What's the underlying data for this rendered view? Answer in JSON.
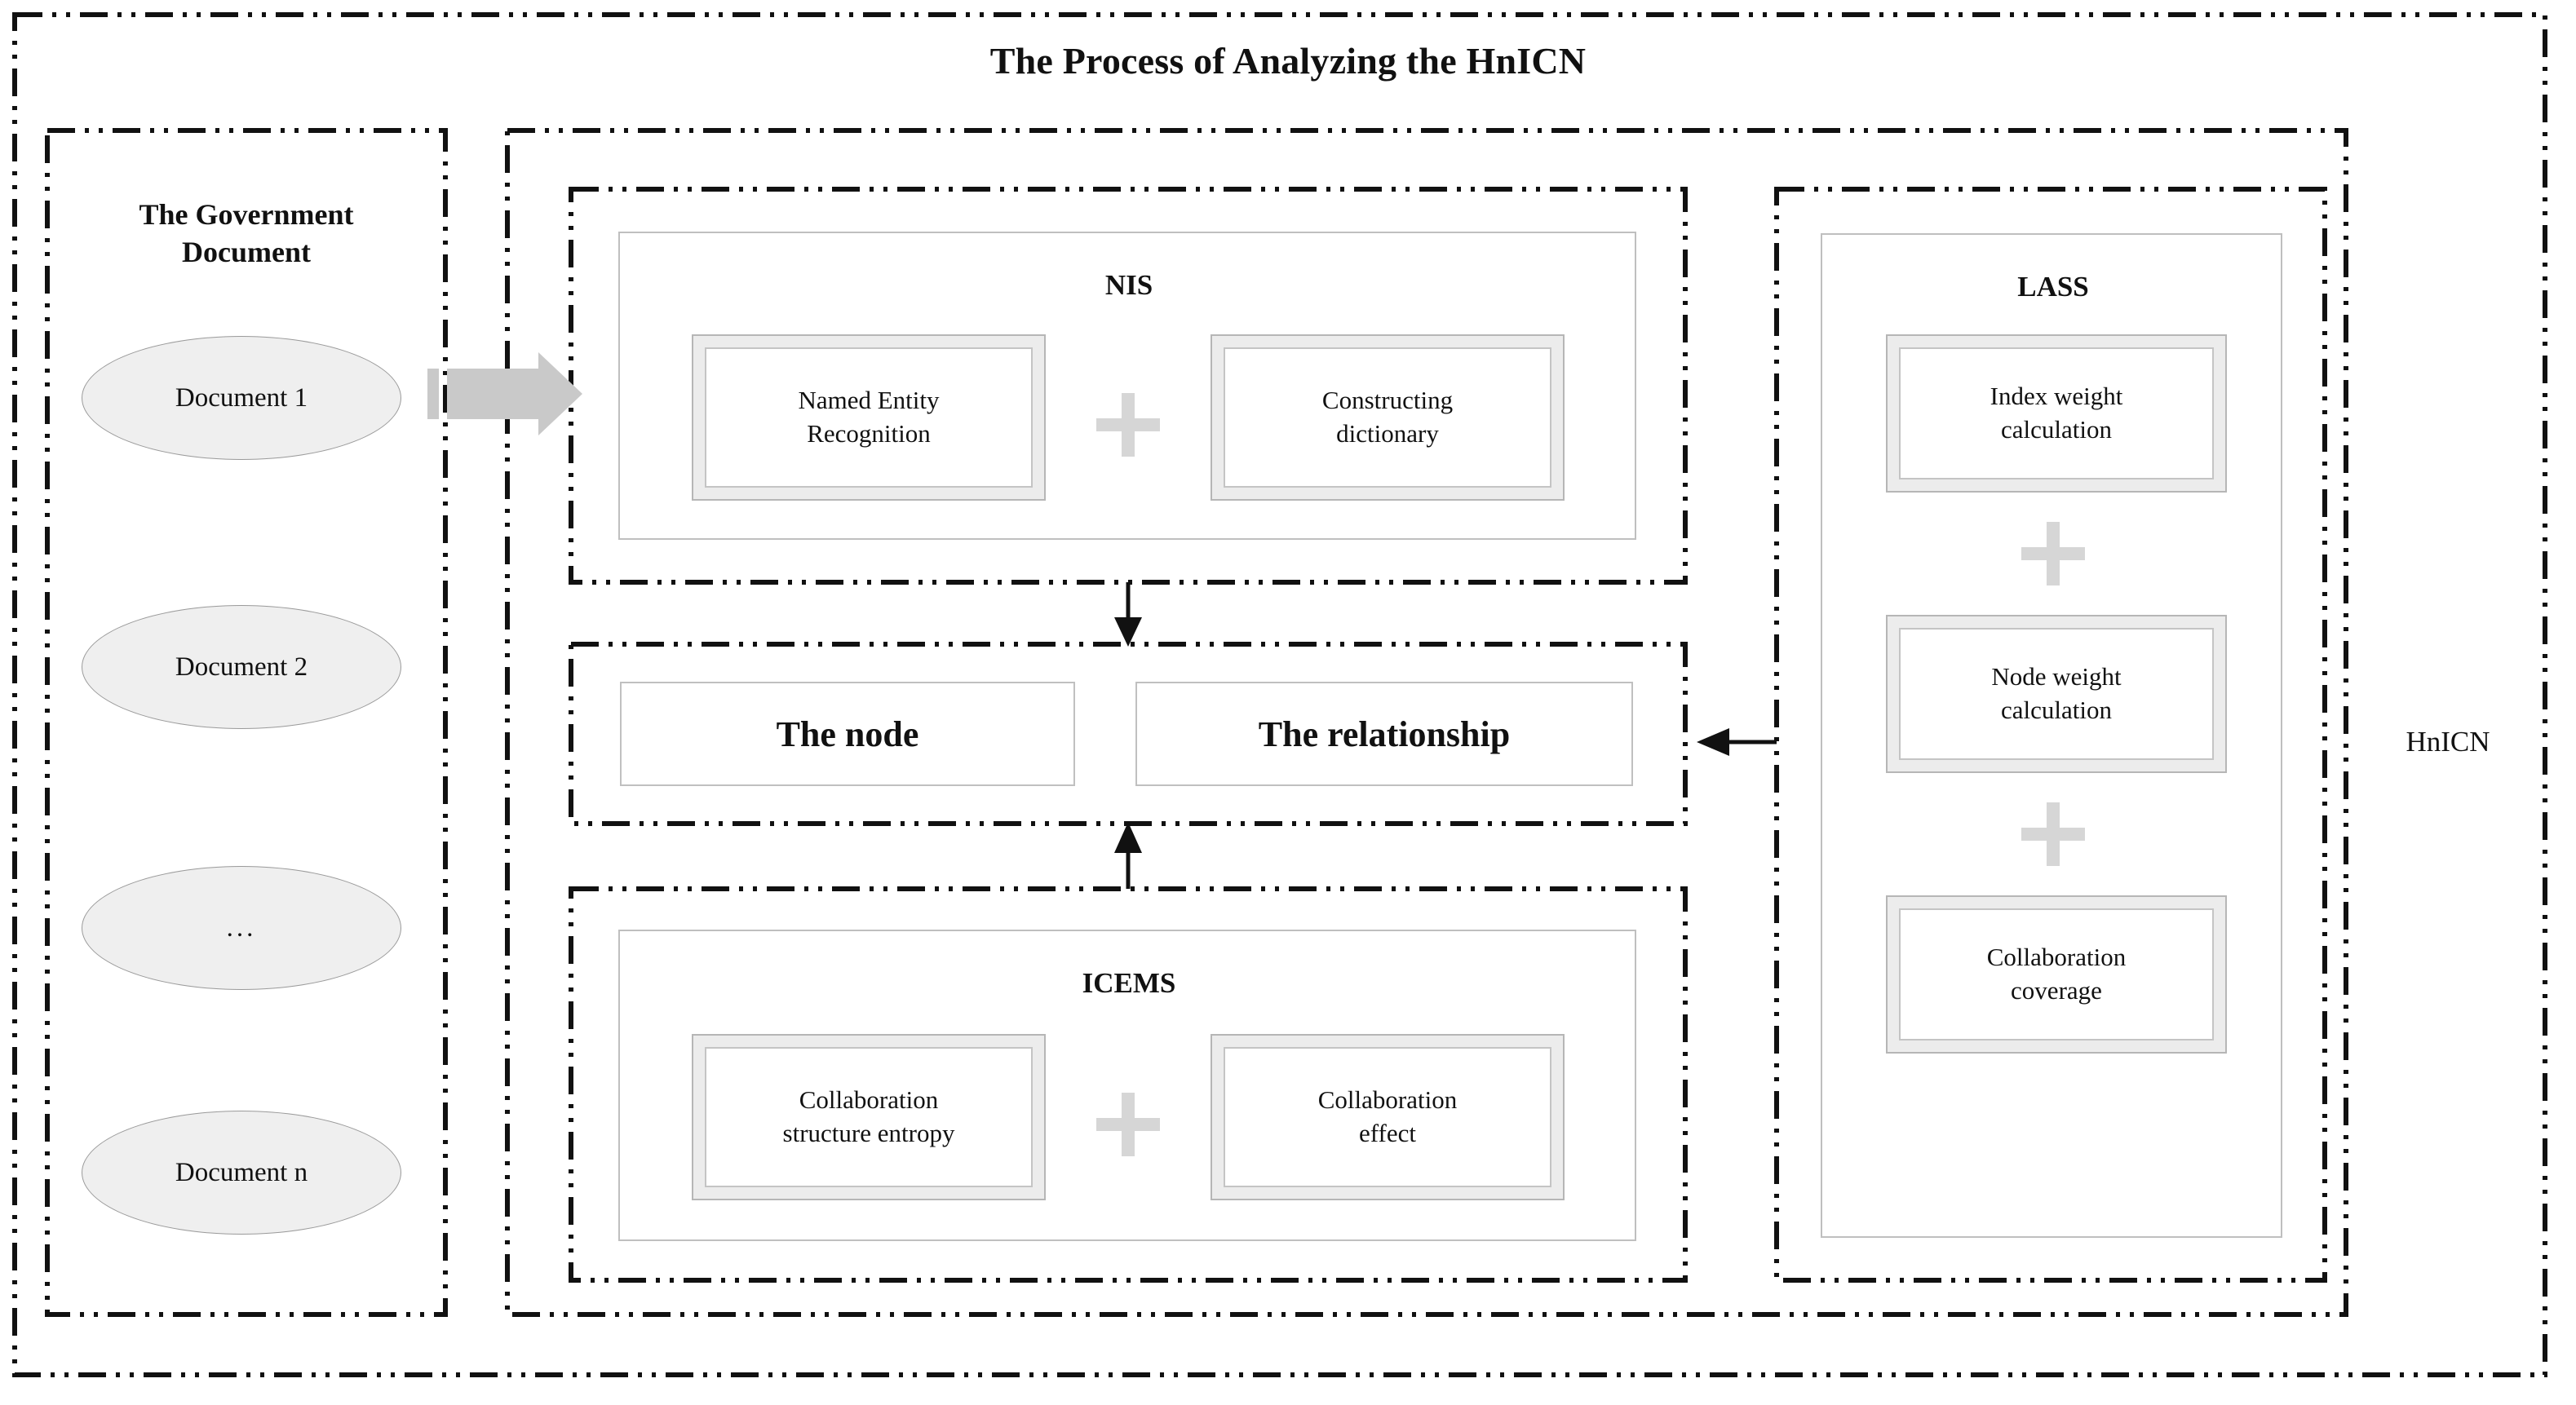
{
  "diagram": {
    "title": "The Process of Analyzing the HnICN",
    "outer_label_right": "HnICN"
  },
  "documents_panel": {
    "heading_line1": "The Government",
    "heading_line2": "Document",
    "nodes": [
      {
        "label": "Document 1"
      },
      {
        "label": "Document 2"
      },
      {
        "label": "..."
      },
      {
        "label": "Document n"
      }
    ]
  },
  "nis": {
    "title": "NIS",
    "operator": "+",
    "left_box_line1": "Named Entity",
    "left_box_line2": "Recognition",
    "right_box_line1": "Constructing",
    "right_box_line2": "dictionary"
  },
  "core": {
    "node_label": "The node",
    "relationship_label": "The relationship"
  },
  "icems": {
    "title": "ICEMS",
    "operator": "+",
    "left_box_line1": "Collaboration",
    "left_box_line2": "structure entropy",
    "right_box_line1": "Collaboration",
    "right_box_line2": "effect"
  },
  "lass": {
    "title": "LASS",
    "operator_top": "+",
    "operator_bottom": "+",
    "box1_line1": "Index weight",
    "box1_line2": "calculation",
    "box2_line1": "Node weight",
    "box2_line2": "calculation",
    "box3_line1": "Collaboration",
    "box3_line2": "coverage"
  },
  "connectors": {
    "doc_to_nis": "block-arrow-right",
    "nis_to_core": "arrow-down",
    "icems_to_core": "arrow-up",
    "lass_to_core": "arrow-left"
  },
  "colors": {
    "border_dark": "#111111",
    "border_light": "#bfbfbf",
    "fill_light": "#efefef",
    "fill_box": "#ececec",
    "plus_gray": "#d6d6d6",
    "arrow_gray": "#c9c9c9"
  }
}
